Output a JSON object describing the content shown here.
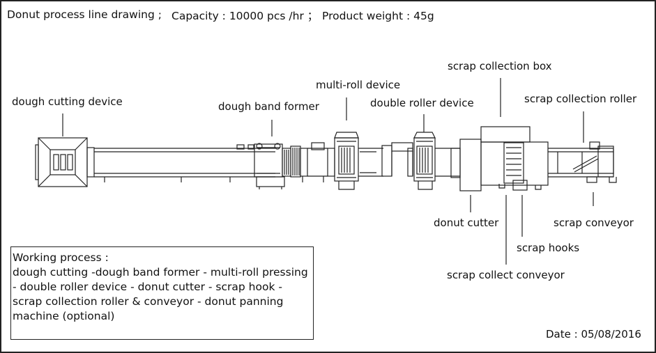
{
  "header": {
    "title": "Donut process line drawing ;",
    "capacity": "Capacity : 10000 pcs /hr ；",
    "weight": "Product weight : 45g"
  },
  "labels": {
    "dough_cutting_device": "dough cutting device",
    "dough_band_former": "dough band former",
    "multi_roll_device": "multi-roll device",
    "double_roller_device": "double roller device",
    "scrap_collection_box": "scrap collection box",
    "scrap_collection_roller": "scrap collection roller",
    "donut_cutter": "donut cutter",
    "scrap_conveyor": "scrap conveyor",
    "scrap_hooks": "scrap hooks",
    "scrap_collect_conveyor": "scrap collect conveyor"
  },
  "process": {
    "heading": "Working process :",
    "lines": [
      "dough cutting -dough band former - multi-roll pressing",
      "- double roller device - donut cutter - scrap hook -",
      "scrap collection roller & conveyor - donut panning",
      "machine (optional)"
    ]
  },
  "date": "Date : 05/08/2016"
}
